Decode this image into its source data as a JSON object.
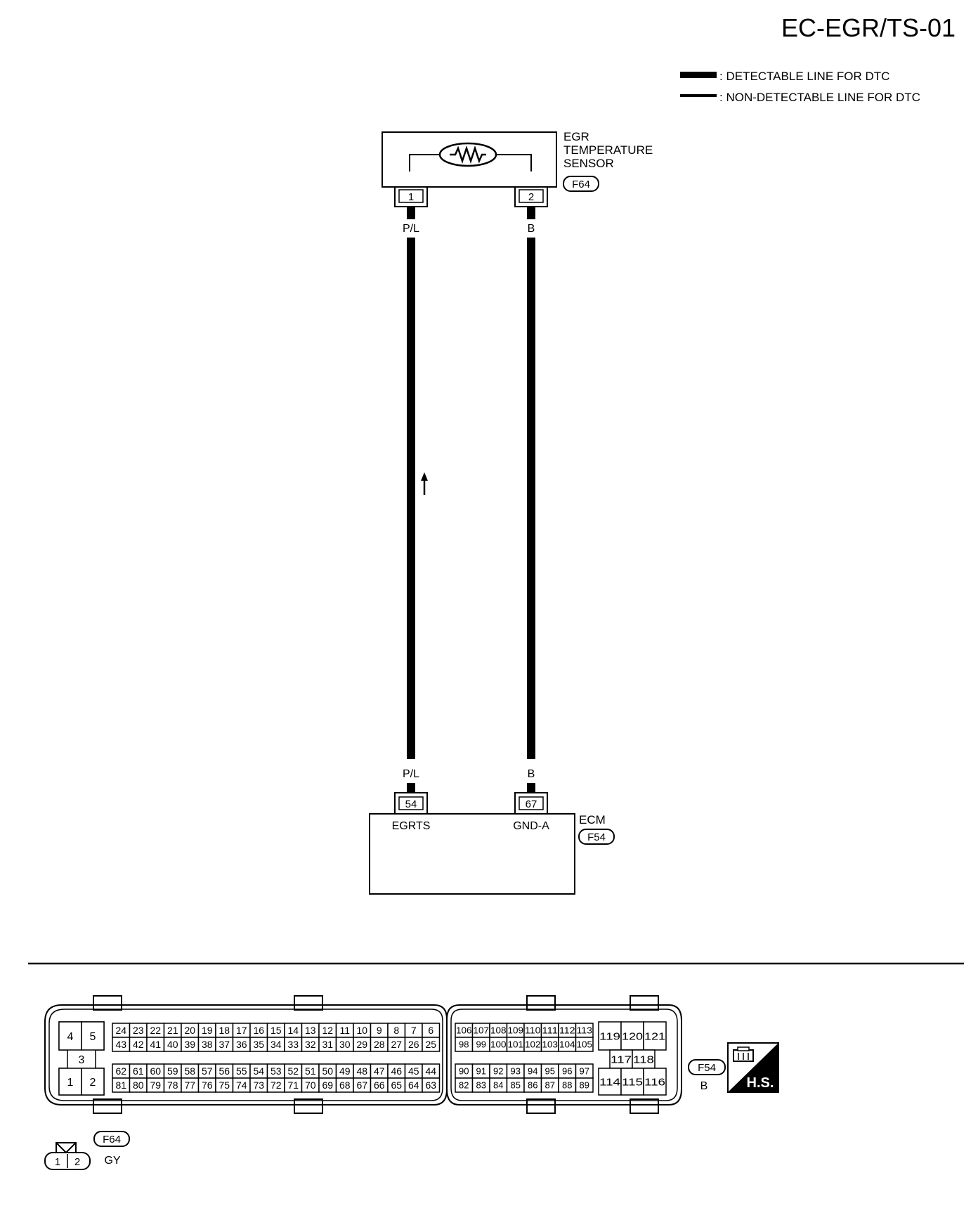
{
  "page_code": "EC-EGR/TS-01",
  "legend": {
    "detectable": ": DETECTABLE LINE FOR DTC",
    "non_detectable": ": NON-DETECTABLE LINE FOR DTC"
  },
  "sensor": {
    "name_lines": [
      "EGR",
      "TEMPERATURE",
      "SENSOR"
    ],
    "connector": "F64",
    "terminals": [
      "1",
      "2"
    ]
  },
  "wires": [
    {
      "color": "P/L"
    },
    {
      "color": "B"
    }
  ],
  "ecm": {
    "name": "ECM",
    "connector": "F54",
    "terminals": [
      "54",
      "67"
    ],
    "terminal_names": [
      "EGRTS",
      "GND-A"
    ]
  },
  "connector_f54": {
    "id": "F54",
    "color": "B",
    "hs_label": "H.S.",
    "left_block": {
      "top": [
        "4",
        "5"
      ],
      "middle": [
        "3"
      ],
      "bottom": [
        "1",
        "2"
      ]
    },
    "main_rows": [
      [
        "24",
        "23",
        "22",
        "21",
        "20",
        "19",
        "18",
        "17",
        "16",
        "15",
        "14",
        "13",
        "12",
        "11",
        "10",
        "9",
        "8",
        "7",
        "6"
      ],
      [
        "43",
        "42",
        "41",
        "40",
        "39",
        "38",
        "37",
        "36",
        "35",
        "34",
        "33",
        "32",
        "31",
        "30",
        "29",
        "28",
        "27",
        "26",
        "25"
      ],
      [
        "62",
        "61",
        "60",
        "59",
        "58",
        "57",
        "56",
        "55",
        "54",
        "53",
        "52",
        "51",
        "50",
        "49",
        "48",
        "47",
        "46",
        "45",
        "44"
      ],
      [
        "81",
        "80",
        "79",
        "78",
        "77",
        "76",
        "75",
        "74",
        "73",
        "72",
        "71",
        "70",
        "69",
        "68",
        "67",
        "66",
        "65",
        "64",
        "63"
      ]
    ],
    "mid_rows": [
      [
        "106",
        "107",
        "108",
        "109",
        "110",
        "111",
        "112",
        "113"
      ],
      [
        "98",
        "99",
        "100",
        "101",
        "102",
        "103",
        "104",
        "105"
      ],
      [
        "90",
        "91",
        "92",
        "93",
        "94",
        "95",
        "96",
        "97"
      ],
      [
        "82",
        "83",
        "84",
        "85",
        "86",
        "87",
        "88",
        "89"
      ]
    ],
    "right_rows": [
      [
        "119",
        "120",
        "121"
      ],
      [
        "117",
        "118"
      ],
      [
        "114",
        "115",
        "116"
      ]
    ]
  },
  "connector_f64": {
    "id": "F64",
    "color": "GY",
    "pins": [
      "1",
      "2"
    ]
  }
}
